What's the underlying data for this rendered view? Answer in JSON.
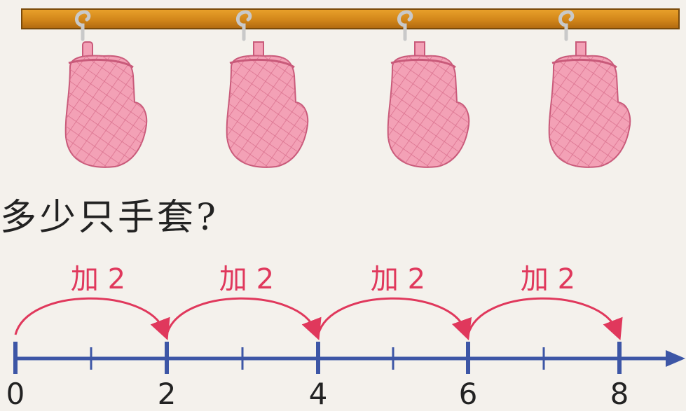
{
  "question": "多少只手套?",
  "jumps": [
    {
      "label": "加 2"
    },
    {
      "label": "加 2"
    },
    {
      "label": "加 2"
    },
    {
      "label": "加 2"
    }
  ],
  "number_line": {
    "labels": [
      "0",
      "2",
      "4",
      "6",
      "8"
    ]
  },
  "colors": {
    "arrow": "#e0385c",
    "line": "#3d56a6",
    "mitt": "#f3a1b6",
    "rail": "#d98b1c"
  },
  "mitt_count": 4
}
